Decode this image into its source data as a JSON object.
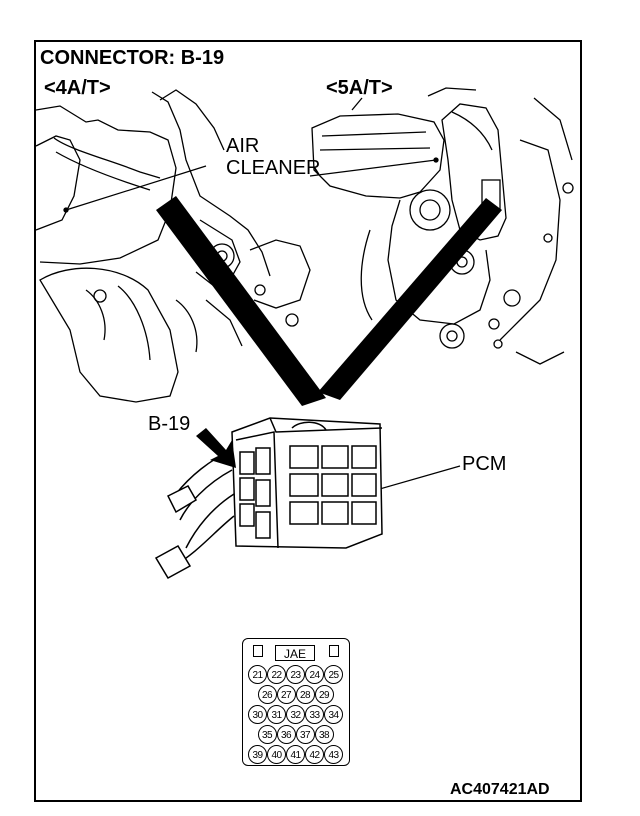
{
  "title": "CONNECTOR: B-19",
  "variants": {
    "left": "<4A/T>",
    "right": "<5A/T>"
  },
  "labels": {
    "air_cleaner_line1": "AIR",
    "air_cleaner_line2": "CLEANER",
    "connector_id": "B-19",
    "pcm": "PCM"
  },
  "pin_diagram": {
    "header": "JAE",
    "rows": [
      [
        "21",
        "22",
        "23",
        "24",
        "25"
      ],
      [
        "26",
        "27",
        "28",
        "29"
      ],
      [
        "30",
        "31",
        "32",
        "33",
        "34"
      ],
      [
        "35",
        "36",
        "37",
        "38"
      ],
      [
        "39",
        "40",
        "41",
        "42",
        "43"
      ]
    ]
  },
  "figure_code": "AC407421AD"
}
